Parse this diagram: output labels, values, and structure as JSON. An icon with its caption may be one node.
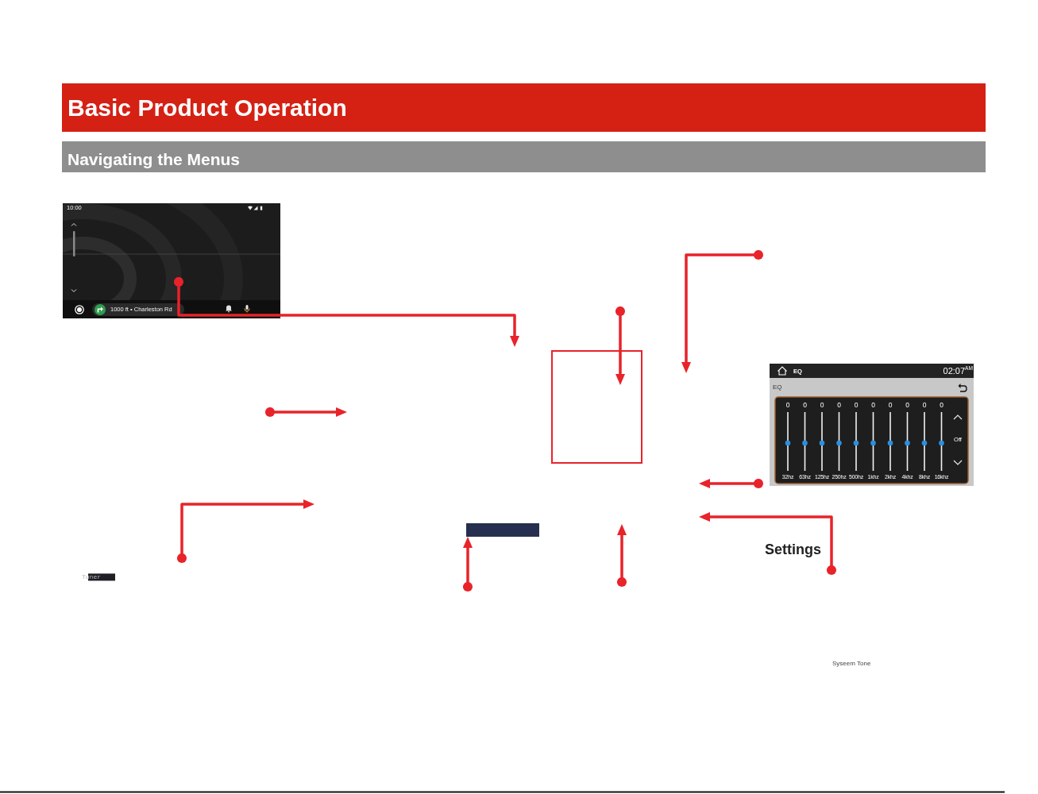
{
  "diagram": {
    "title": "Basic Product Operation",
    "nodes": [
      {
        "text": [],
        "shape": "picture"
      },
      {
        "text": [],
        "shape": "box"
      },
      {
        "text": [],
        "shape": "bar"
      },
      {
        "text": [],
        "shape": "picture"
      },
      {
        "text": [
          "Settings"
        ]
      }
    ],
    "edges": [
      {
        "from": 0,
        "to": null,
        "arrow": "to"
      },
      {
        "from": null,
        "to": 1,
        "arrow": "to"
      },
      {
        "from": null,
        "to": 2,
        "arrow": "to"
      },
      {
        "from": 3,
        "to": null,
        "arrow": "to"
      },
      {
        "from": 4,
        "to": null,
        "arrow": "to"
      }
    ],
    "labels": [
      "Navigating the Menus",
      "10:00",
      "1000 ft • Charleston Rd",
      "EQ",
      "02:07$^{AM}$",
      "EQ",
      "0",
      "0",
      "0",
      "0",
      "0",
      "0",
      "0",
      "0",
      "0",
      "0",
      "Off",
      "32hz",
      "63hz",
      "125hz",
      "250hz",
      "500hz",
      "1khz",
      "2khz",
      "4khz",
      "8khz",
      "16khz",
      "Tuner",
      "Syseem Tone"
    ]
  }
}
